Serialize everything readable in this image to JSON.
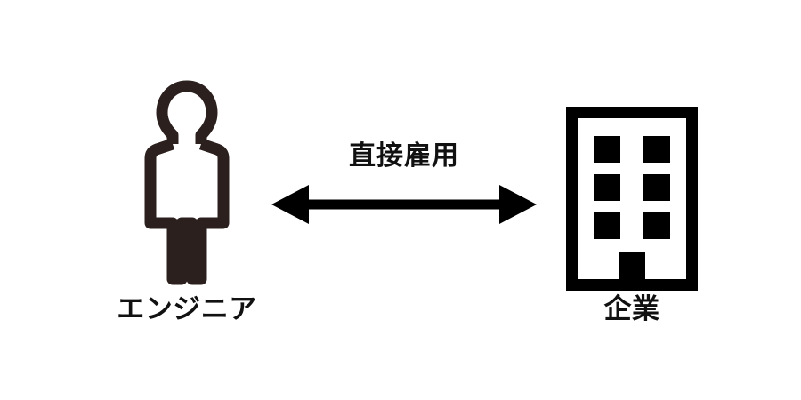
{
  "diagram": {
    "type": "relationship-diagram",
    "background_color": "#ffffff",
    "nodes": [
      {
        "id": "engineer",
        "label": "エンジニア",
        "icon": "person-icon",
        "icon_style": "outline",
        "icon_color": "#2b201d",
        "label_color": "#111111",
        "position": "left"
      },
      {
        "id": "company",
        "label": "企業",
        "icon": "office-building-icon",
        "icon_style": "solid",
        "icon_color": "#000000",
        "label_color": "#111111",
        "position": "right",
        "window_rows": 3,
        "window_columns": 2,
        "window_count": 6
      }
    ],
    "relation": {
      "label": "直接雇用",
      "label_color": "#111111",
      "arrow": "double-headed-arrow",
      "arrow_color": "#000000",
      "direction": "bidirectional",
      "from": "engineer",
      "to": "company"
    }
  }
}
